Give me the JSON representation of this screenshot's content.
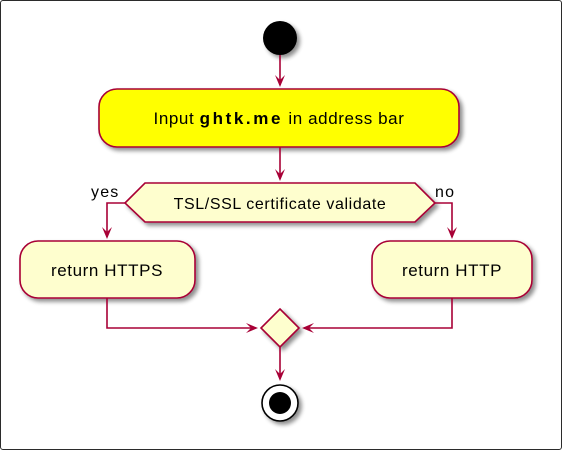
{
  "diagram": {
    "nodes": {
      "input": {
        "prefix": "Input",
        "bold": "ghtk.me",
        "suffix": "in address bar"
      },
      "decision": {
        "label": "TSL/SSL certificate validate"
      },
      "https": {
        "label": "return HTTPS"
      },
      "http": {
        "label": "return HTTP"
      }
    },
    "branches": {
      "yes": "yes",
      "no": "no"
    }
  },
  "colors": {
    "edge": "#a80036",
    "node_border": "#a80036",
    "node_fill": "#fefece",
    "highlight_fill": "#ffff00",
    "start_fill": "#000000"
  }
}
